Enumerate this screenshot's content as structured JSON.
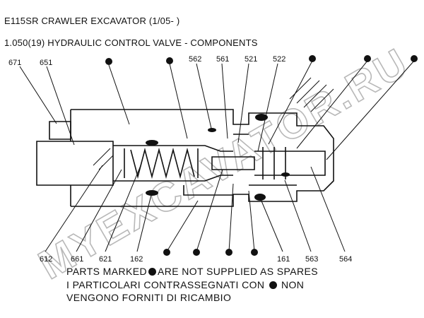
{
  "header": {
    "title": "E115SR CRAWLER EXCAVATOR (1/05- )",
    "subtitle": "1.050(19) HYDRAULIC CONTROL VALVE - COMPONENTS"
  },
  "labels": {
    "p671": "671",
    "p651": "651",
    "p562": "562",
    "p561": "561",
    "p521": "521",
    "p522": "522",
    "p612": "612",
    "p661": "661",
    "p621": "621",
    "p162": "162",
    "p161": "161",
    "p563": "563",
    "p564": "564"
  },
  "note": {
    "line1a": "PARTS MARKED",
    "line1b": "ARE NOT SUPPLIED AS SPARES",
    "line2a": "I  PARTICOLARI  CONTRASSEGNATI  CON",
    "line2b": "NON",
    "line3": "VENGONO FORNITI DI RICAMBIO"
  },
  "watermark": "MYEXCAVATOR.RU",
  "colors": {
    "ink": "#111111",
    "watermark": "#b8b8b8",
    "background": "#ffffff"
  },
  "icons": {
    "not_supplied_marker": "filled-circle-icon"
  }
}
